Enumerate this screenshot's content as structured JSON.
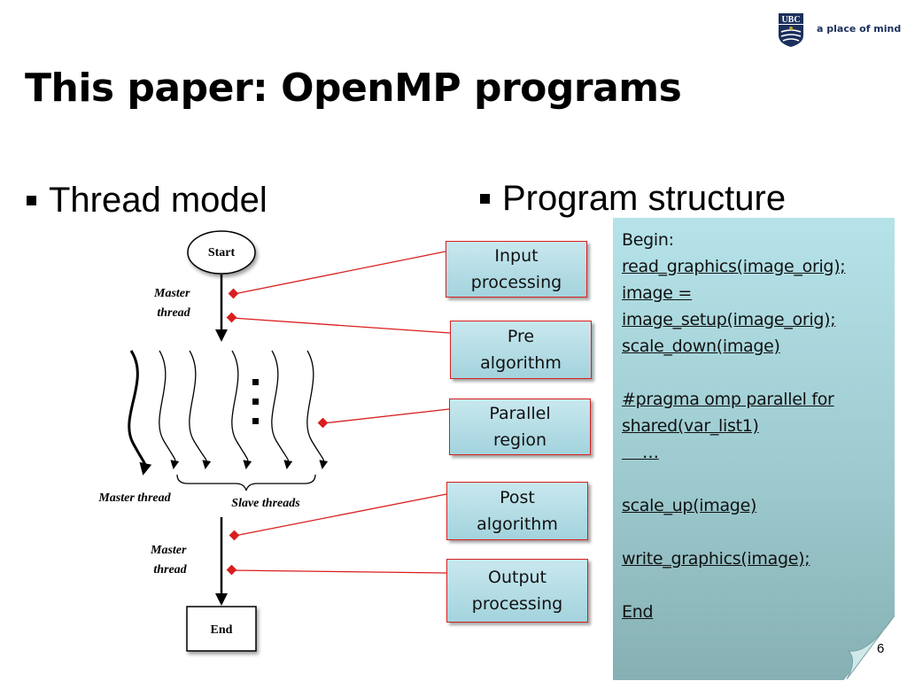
{
  "header": {
    "logo_text": "UBC",
    "tagline": "a place of mind"
  },
  "title": "This paper: OpenMP programs",
  "bullets": {
    "left": "Thread model",
    "right": "Program structure"
  },
  "diagram": {
    "start": "Start",
    "end": "End",
    "master_thread_top_1": "Master",
    "master_thread_top_2": "thread",
    "master_thread_mid": "Master thread",
    "slave_threads": "Slave threads",
    "master_thread_bottom_1": "Master",
    "master_thread_bottom_2": "thread"
  },
  "stages": [
    {
      "label": "Input\nprocessing"
    },
    {
      "label": "Pre\nalgorithm"
    },
    {
      "label": "Parallel\nregion"
    },
    {
      "label": "Post\nalgorithm"
    },
    {
      "label": "Output\nprocessing"
    }
  ],
  "code_lines": [
    {
      "text": "Begin:",
      "underline": false
    },
    {
      "text": "read_graphics(image_orig);",
      "underline": true
    },
    {
      "text": "image =",
      "underline": true
    },
    {
      "text": "image_setup(image_orig);",
      "underline": true
    },
    {
      "text": "scale_down(image)",
      "underline": true
    },
    {
      "text": "",
      "underline": false
    },
    {
      "text": "#pragma omp parallel for",
      "underline": true
    },
    {
      "text": "shared(var_list1)",
      "underline": true
    },
    {
      "text": "    …",
      "underline": true
    },
    {
      "text": "",
      "underline": false
    },
    {
      "text": "scale_up(image)",
      "underline": true
    },
    {
      "text": "",
      "underline": false
    },
    {
      "text": "write_graphics(image);",
      "underline": true
    },
    {
      "text": "",
      "underline": false
    },
    {
      "text": "End",
      "underline": true
    }
  ],
  "page_number": "6",
  "colors": {
    "connector": "#d91e1e",
    "box_fill": "#b5e3e9",
    "logo_navy": "#1b2f5c"
  }
}
